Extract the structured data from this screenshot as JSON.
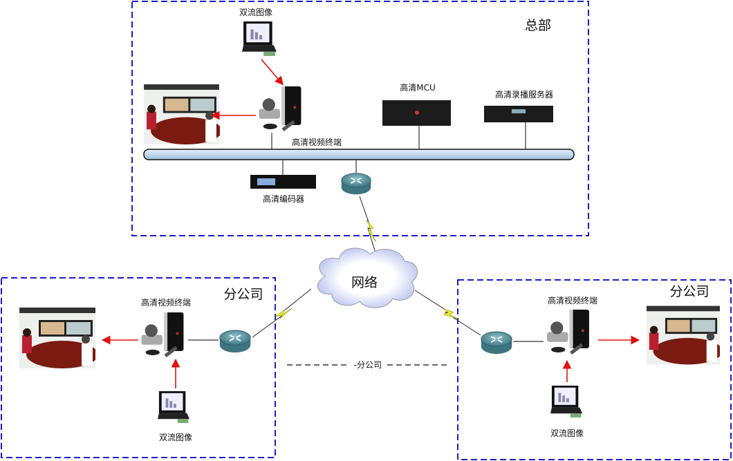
{
  "hq": {
    "title": "总部",
    "dual_stream": "双流图像",
    "terminal": "高清视频终端",
    "mcu": "高清MCU",
    "recorder": "高清录播服务器",
    "encoder": "高清编码器"
  },
  "network": {
    "label": "网络"
  },
  "branch_left": {
    "title": "分公司",
    "terminal": "高清视频终端",
    "dual_stream": "双流图像"
  },
  "branch_right": {
    "title": "分公司",
    "terminal": "高清视频终端",
    "dual_stream": "双流图像"
  },
  "branch_middle": {
    "label": "-分公司"
  },
  "colors": {
    "box_border": "#1a1acc",
    "arrow": "#e01010",
    "lightning": "#f0f020",
    "bus": "#c8dcef",
    "router": "#4f8a98"
  }
}
